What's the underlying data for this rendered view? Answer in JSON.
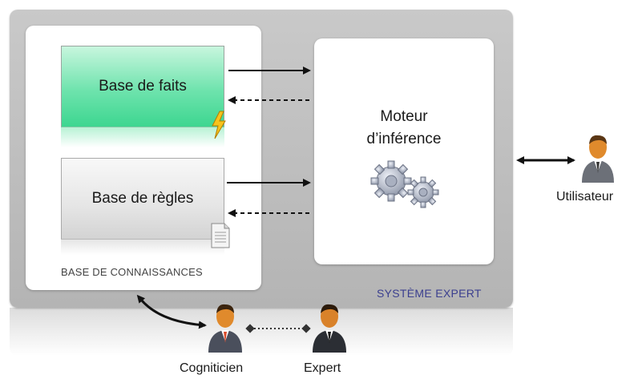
{
  "system": {
    "label": "SYSTÈME EXPERT"
  },
  "knowledge_base": {
    "label": "BASE DE CONNAISSANCES",
    "facts_label": "Base de faits",
    "rules_label": "Base de règles"
  },
  "engine": {
    "line1": "Moteur",
    "line2": "d’inférence"
  },
  "actors": {
    "user": "Utilisateur",
    "knowledge_engineer": "Cogniticien",
    "expert": "Expert"
  },
  "icons": {
    "facts": "lightning-icon",
    "rules": "document-icon",
    "engine": "gears-icon",
    "person": "person-icon"
  },
  "colors": {
    "facts_green": "#3dd690",
    "system_gray": "#bebebe",
    "system_label": "#3b3f8f",
    "person_orange": "#e08a2c"
  }
}
